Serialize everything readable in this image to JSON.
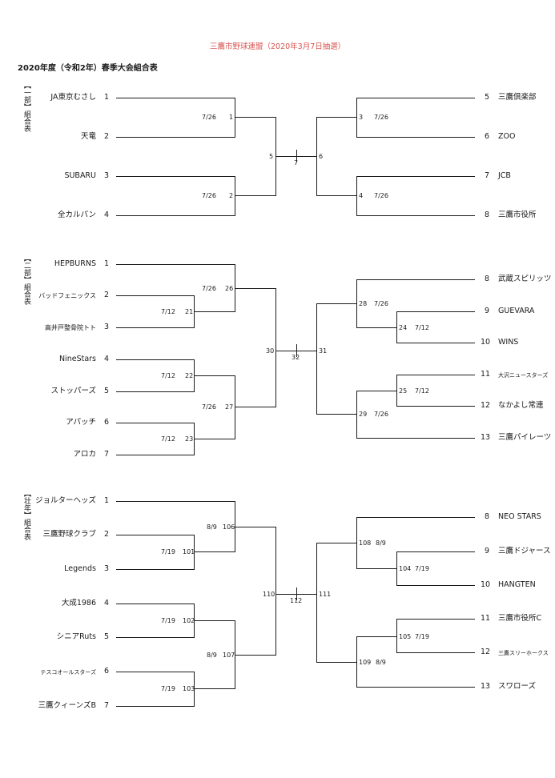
{
  "header": {
    "association": "三鷹市野球連盟（2020年3月7日抽選）",
    "title": "2020年度（令和2年）春季大会組合表"
  },
  "divisions": [
    {
      "label": "【一部】組合表",
      "left_teams": [
        {
          "name": "JA東京むさし",
          "num": "1"
        },
        {
          "name": "天竜",
          "num": "2"
        },
        {
          "name": "SUBARU",
          "num": "3"
        },
        {
          "name": "全カルパン",
          "num": "4"
        }
      ],
      "right_teams": [
        {
          "num": "5",
          "name": "三鷹倶楽部"
        },
        {
          "num": "6",
          "name": "ZOO"
        },
        {
          "num": "7",
          "name": "JCB"
        },
        {
          "num": "8",
          "name": "三鷹市役所"
        }
      ],
      "games": [
        {
          "no": "1",
          "date": "7/26"
        },
        {
          "no": "2",
          "date": "7/26"
        },
        {
          "no": "3",
          "date": "7/26"
        },
        {
          "no": "4",
          "date": "7/26"
        },
        {
          "no": "5"
        },
        {
          "no": "6"
        },
        {
          "no": "7"
        }
      ]
    },
    {
      "label": "【二部】組合表",
      "left_teams": [
        {
          "name": "HEPBURNS",
          "num": "1"
        },
        {
          "name": "バッドフェニックス",
          "num": "2"
        },
        {
          "name": "高井戸整骨院トト",
          "num": "3"
        },
        {
          "name": "NineStars",
          "num": "4"
        },
        {
          "name": "ストッパーズ",
          "num": "5"
        },
        {
          "name": "アパッチ",
          "num": "6"
        },
        {
          "name": "アロカ",
          "num": "7"
        }
      ],
      "right_teams": [
        {
          "num": "8",
          "name": "武蔵スピリッツ"
        },
        {
          "num": "9",
          "name": "GUEVARA"
        },
        {
          "num": "10",
          "name": "WINS"
        },
        {
          "num": "11",
          "name": "大沢ニュースターズ"
        },
        {
          "num": "12",
          "name": "なかよし常連"
        },
        {
          "num": "13",
          "name": "三鷹パイレーツ"
        }
      ],
      "games": [
        {
          "no": "21",
          "date": "7/12"
        },
        {
          "no": "22",
          "date": "7/12"
        },
        {
          "no": "23",
          "date": "7/12"
        },
        {
          "no": "24",
          "date": "7/12"
        },
        {
          "no": "25",
          "date": "7/12"
        },
        {
          "no": "26",
          "date": "7/26"
        },
        {
          "no": "27",
          "date": "7/26"
        },
        {
          "no": "28",
          "date": "7/26"
        },
        {
          "no": "29",
          "date": "7/26"
        },
        {
          "no": "30"
        },
        {
          "no": "31"
        },
        {
          "no": "32"
        }
      ]
    },
    {
      "label": "【壮年】組合表",
      "left_teams": [
        {
          "name": "ジョルターヘッズ",
          "num": "1"
        },
        {
          "name": "三鷹野球クラブ",
          "num": "2"
        },
        {
          "name": "Legends",
          "num": "3"
        },
        {
          "name": "大成1986",
          "num": "4"
        },
        {
          "name": "シニアRuts",
          "num": "5"
        },
        {
          "name": "テスコオールスターズ",
          "num": "6"
        },
        {
          "name": "三鷹クィーンズB",
          "num": "7"
        }
      ],
      "right_teams": [
        {
          "num": "8",
          "name": "NEO STARS"
        },
        {
          "num": "9",
          "name": "三鷹ドジャース"
        },
        {
          "num": "10",
          "name": "HANGTEN"
        },
        {
          "num": "11",
          "name": "三鷹市役所C"
        },
        {
          "num": "12",
          "name": "三鷹スリーホークス"
        },
        {
          "num": "13",
          "name": "スワローズ"
        }
      ],
      "games": [
        {
          "no": "101",
          "date": "7/19"
        },
        {
          "no": "102",
          "date": "7/19"
        },
        {
          "no": "103",
          "date": "7/19"
        },
        {
          "no": "104",
          "date": "7/19"
        },
        {
          "no": "105",
          "date": "7/19"
        },
        {
          "no": "106",
          "date": "8/9"
        },
        {
          "no": "107",
          "date": "8/9"
        },
        {
          "no": "108",
          "date": "8/9"
        },
        {
          "no": "109",
          "date": "8/9"
        },
        {
          "no": "110"
        },
        {
          "no": "111"
        },
        {
          "no": "112"
        }
      ]
    }
  ]
}
